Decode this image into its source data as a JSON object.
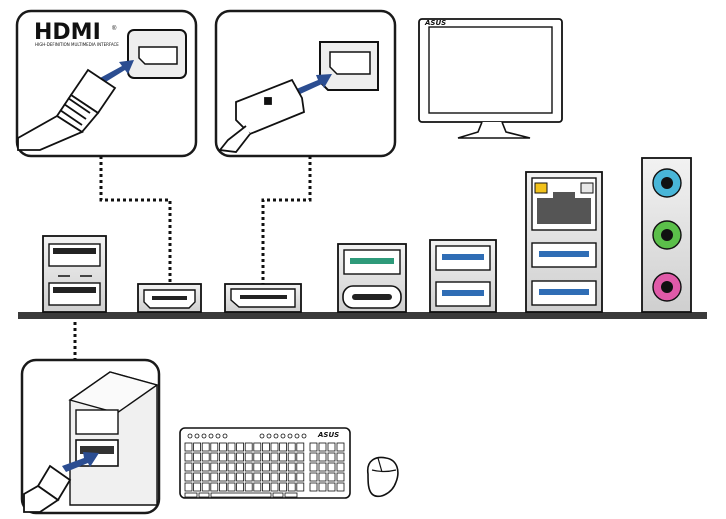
{
  "hdmi_callout": {
    "logo_text": "HDMI",
    "tagline": "HIGH-DEFINITION MULTIMEDIA INTERFACE",
    "trademark": "®"
  },
  "monitor": {
    "brand": "ASUS"
  },
  "keyboard": {
    "brand": "ASUS"
  },
  "colors": {
    "outline": "#1a1a1a",
    "usb3_tab": "#2f6db5",
    "usbc_tab": "#2e9a7a",
    "audio_line_in": "#49b6d8",
    "audio_line_out": "#5bbf4a",
    "audio_mic": "#e05aa8",
    "lan_led_left": "#f2c21b",
    "arrow_fill": "#2b4d91",
    "panel_fill": "#dcdcdc"
  }
}
